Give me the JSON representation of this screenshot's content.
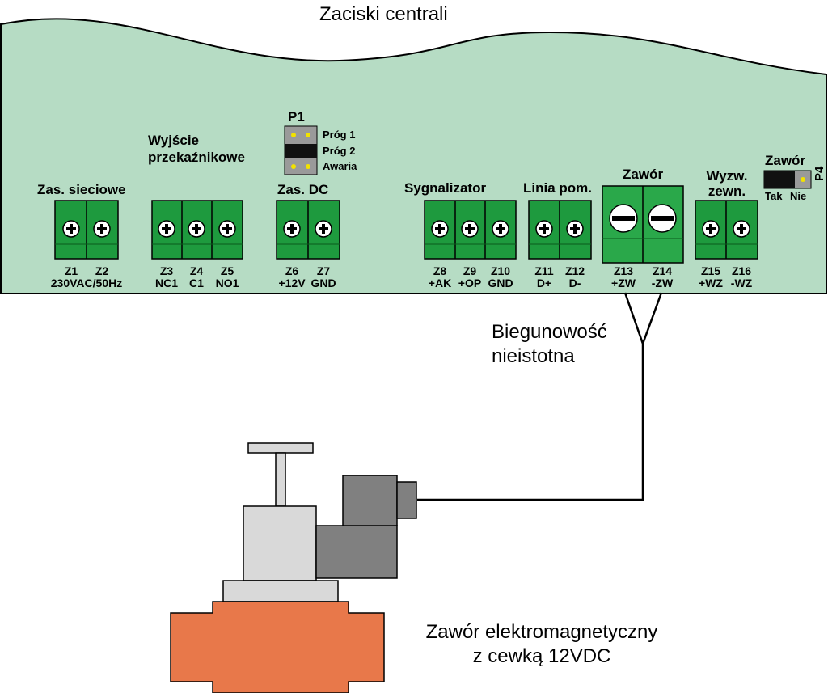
{
  "title": "Zaciski centrali",
  "groups": {
    "zasilanie_sieciowe": "Zas. sieciowe",
    "wyjscie_line1": "Wyjście",
    "wyjscie_line2": "przekaźnikowe",
    "zasilanie_dc": "Zas. DC",
    "sygnalizator": "Sygnalizator",
    "linia_pom": "Linia pom.",
    "zawor": "Zawór",
    "wyzw_line1": "Wyzw.",
    "wyzw_line2": "zewn.",
    "zawor_p4": "Zawór"
  },
  "jumper_p1": {
    "label": "P1",
    "options": [
      "Próg 1",
      "Próg 2",
      "Awaria"
    ]
  },
  "jumper_p4": {
    "label": "P4",
    "tak": "Tak",
    "nie": "Nie"
  },
  "terminals": [
    {
      "id": "Z1",
      "signal": "230VAC/50Hz"
    },
    {
      "id": "Z2",
      "signal": ""
    },
    {
      "id": "Z3",
      "signal": "NC1"
    },
    {
      "id": "Z4",
      "signal": "C1"
    },
    {
      "id": "Z5",
      "signal": "NO1"
    },
    {
      "id": "Z6",
      "signal": "+12V"
    },
    {
      "id": "Z7",
      "signal": "GND"
    },
    {
      "id": "Z8",
      "signal": "+AK"
    },
    {
      "id": "Z9",
      "signal": "+OP"
    },
    {
      "id": "Z10",
      "signal": "GND"
    },
    {
      "id": "Z11",
      "signal": "D+"
    },
    {
      "id": "Z12",
      "signal": "D-"
    },
    {
      "id": "Z13",
      "signal": "+ZW"
    },
    {
      "id": "Z14",
      "signal": "-ZW"
    },
    {
      "id": "Z15",
      "signal": "+WZ"
    },
    {
      "id": "Z16",
      "signal": "-WZ"
    }
  ],
  "polarity_note": [
    "Biegunowość",
    "nieistotna"
  ],
  "valve_caption": [
    "Zawór elektromagnetyczny",
    "z cewką 12VDC"
  ],
  "colors": {
    "board": "#b6dcc4",
    "terminal": "#1e9a3e",
    "terminal_dark": "#0b5a1c",
    "valve_highlight": "#2aa84a",
    "valve_body": "#e8784a",
    "valve_bonnet": "#d9d9d9",
    "coil": "#808080",
    "jumper_pin": "#f2e200"
  }
}
